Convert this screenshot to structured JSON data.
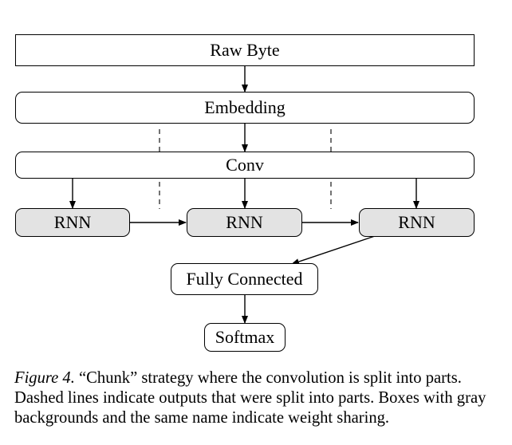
{
  "diagram": {
    "nodes": {
      "raw_byte": "Raw Byte",
      "embedding": "Embedding",
      "conv": "Conv",
      "rnn_left": "RNN",
      "rnn_mid": "RNN",
      "rnn_right": "RNN",
      "fully_connected": "Fully Connected",
      "softmax": "Softmax"
    },
    "colors": {
      "shared_box_fill": "#e3e3e3",
      "line": "#000000"
    }
  },
  "caption": {
    "figure_label": "Figure 4.",
    "text": " “Chunk” strategy where the convolution is split into parts. Dashed lines indicate outputs that were split into parts. Boxes with gray backgrounds and the same name indicate weight sharing."
  }
}
